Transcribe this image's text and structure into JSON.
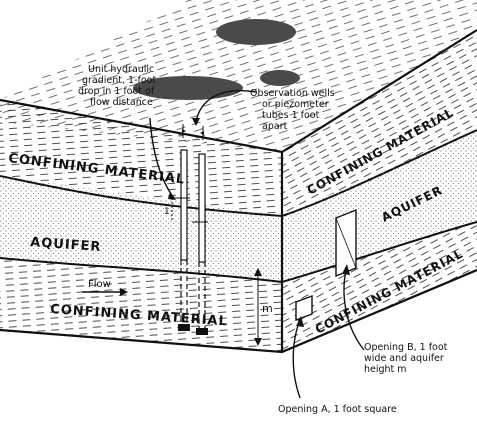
{
  "annotations": {
    "hydraulic_gradient": [
      "Unit hydraulic",
      "gradient, 1-foot",
      "drop in 1 foot of",
      "flow distance"
    ],
    "wells": [
      "Observation wells",
      "or piezometer",
      "tubes 1 foot",
      "apart"
    ],
    "opening_b": [
      "Opening B, 1 foot",
      "wide and aquifer",
      "height m"
    ],
    "opening_a": "Opening A, 1 foot square",
    "flow": "Flow",
    "height_m": "m",
    "drop_1": "1"
  },
  "layers": {
    "front_confining_top": "CONFINING MATERIAL",
    "front_aquifer": "AQUIFER",
    "front_confining_bottom": "CONFINING MATERIAL",
    "side_confining_top": "CONFINING MATERIAL",
    "side_aquifer": "AQUIFER",
    "side_confining_bottom": "CONFINING MATERIAL"
  },
  "colors": {
    "ink": "#111111",
    "paper": "#ffffff",
    "cloud": "#4a4a4a"
  }
}
